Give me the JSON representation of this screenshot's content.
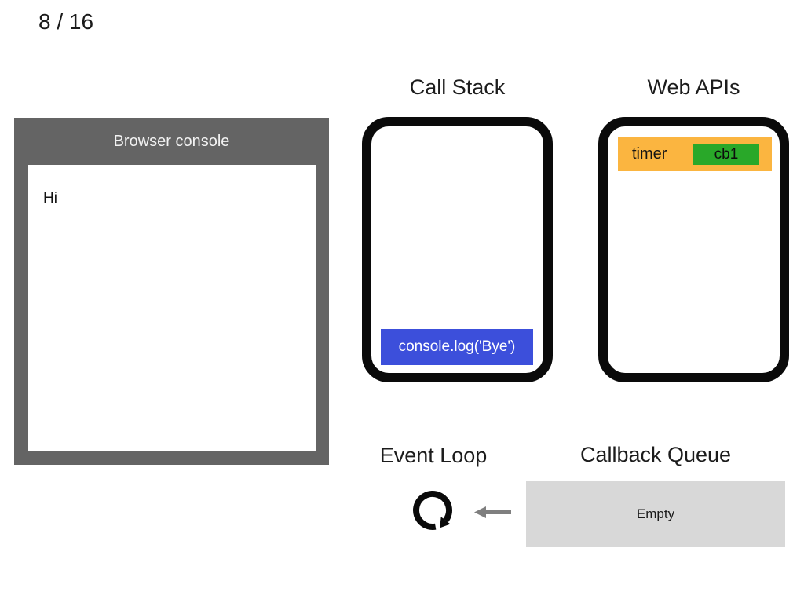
{
  "page": {
    "counter": "8 / 16",
    "background_color": "#ffffff"
  },
  "browser_console": {
    "title": "Browser console",
    "panel_color": "#646464",
    "log_lines": [
      "Hi"
    ]
  },
  "call_stack": {
    "title": "Call Stack",
    "frames": [
      {
        "label": "console.log('Bye')",
        "color": "#3C4FDB"
      }
    ]
  },
  "web_apis": {
    "title": "Web APIs",
    "items": [
      {
        "label": "timer",
        "badge": "cb1",
        "color": "#FBB540",
        "badge_color": "#29A829"
      }
    ]
  },
  "event_loop": {
    "title": "Event Loop",
    "icon": "rotate-clockwise-icon",
    "icon_color": "#0a0a0a"
  },
  "callback_queue": {
    "title": "Callback Queue",
    "status": "Empty",
    "box_color": "#D8D8D8",
    "arrow_icon": "left-arrow-icon",
    "arrow_color": "#7F7F7F"
  }
}
